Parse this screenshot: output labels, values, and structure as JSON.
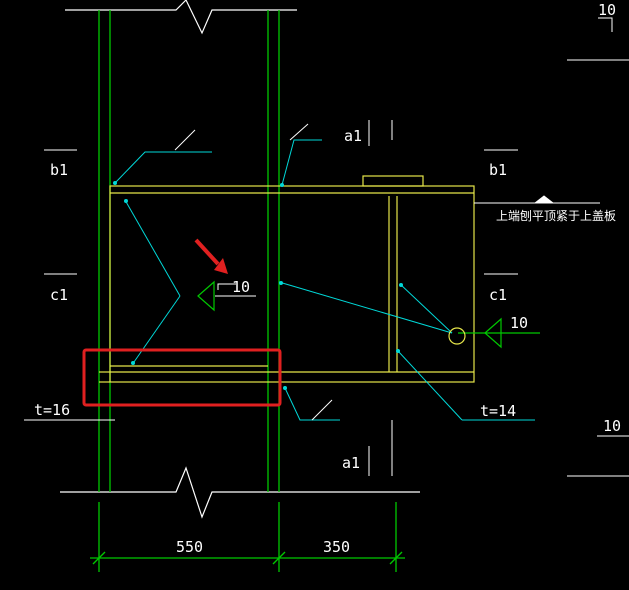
{
  "colors": {
    "background": "#000000",
    "column": "#00c800",
    "plate": "#e6e64a",
    "leader": "#00d8d8",
    "text": "#ffffff",
    "highlight_box": "#e02020",
    "highlight_arrow": "#e02020"
  },
  "labels": {
    "top_right_10": "10",
    "b1_left": "b1",
    "b1_right": "b1",
    "c1_left": "c1",
    "c1_right": "c1",
    "a1_top": "a1",
    "a1_bottom": "a1",
    "weld_10_mid": "10",
    "weld_10_right": "10",
    "right_10": "10",
    "t16": "t=16",
    "t14": "t=14",
    "note_cn": "上端刨平顶紧于上盖板",
    "dim_550": "550",
    "dim_350": "350"
  },
  "icons": {
    "callout": "red-arrow-icon",
    "break": "break-line-icon",
    "weld": "weld-symbol-icon"
  }
}
